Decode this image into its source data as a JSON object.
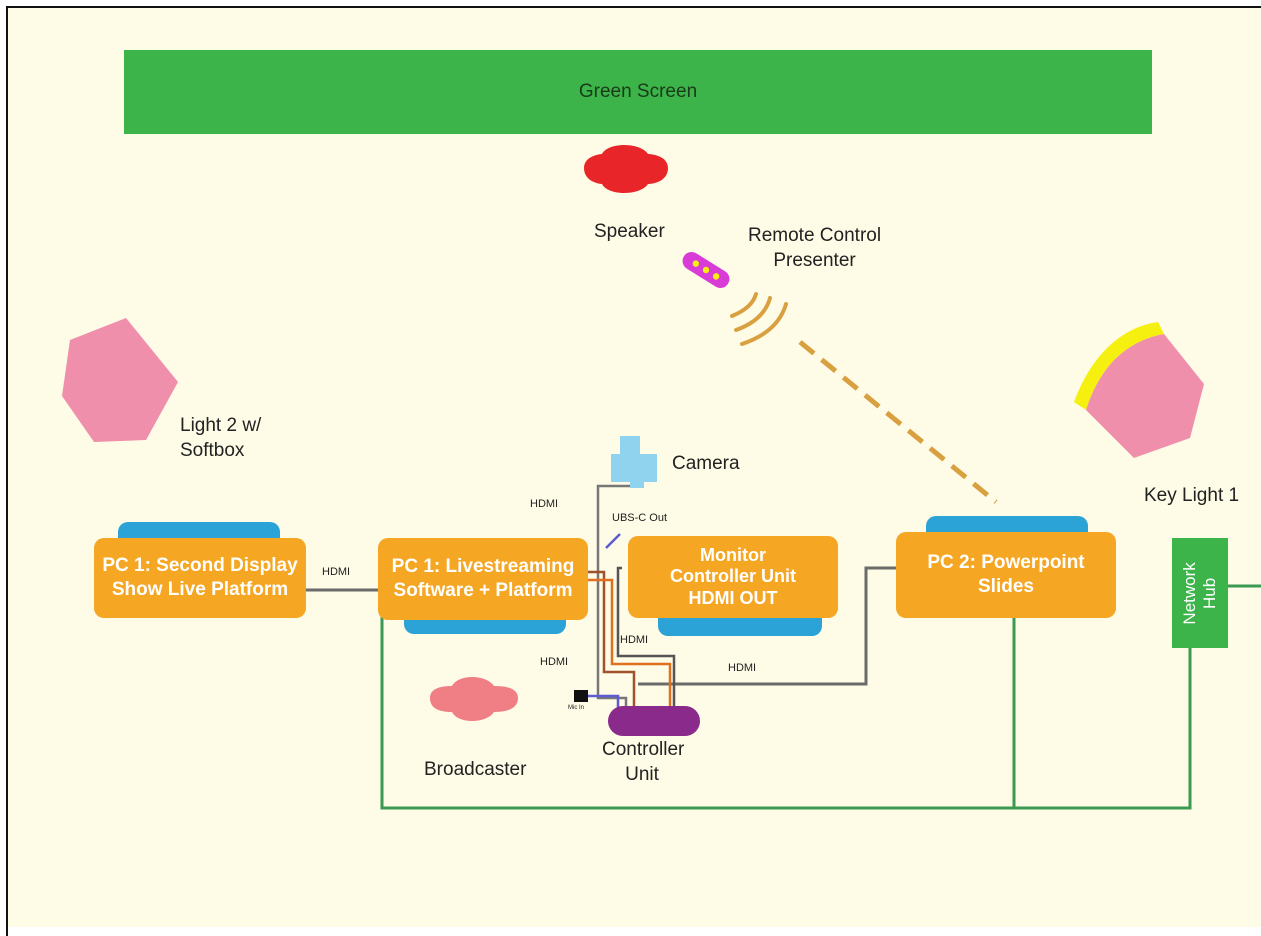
{
  "title_bar": {
    "text": "Green Screen",
    "color": "#3cb44a"
  },
  "devices": {
    "speaker": {
      "label": "Speaker",
      "color": "#e8262a"
    },
    "remote": {
      "label_line1": "Remote Control",
      "label_line2": "Presenter",
      "color": "#d93bd6"
    },
    "light2": {
      "label_line1": "Light 2 w/",
      "label_line2": "Softbox",
      "color": "#ef8fab"
    },
    "key_light": {
      "label": "Key Light 1",
      "color": "#ef8fab",
      "accent": "#f5f010"
    },
    "camera": {
      "label": "Camera",
      "color": "#8fd3ef"
    },
    "broadcaster": {
      "label": "Broadcaster",
      "color": "#f07e85"
    },
    "controller": {
      "label_line1": "Controller",
      "label_line2": "Unit",
      "color": "#8a2a8a"
    },
    "mic": {
      "label": "Mic In"
    }
  },
  "boxes": {
    "pc1_second": {
      "line1": "PC 1: Second Display",
      "line2": "Show Live Platform"
    },
    "pc1_live": {
      "line1": "PC 1: Livestreaming",
      "line2": "Software + Platform"
    },
    "monitor": {
      "line1": "Monitor",
      "line2": "Controller Unit",
      "line3": "HDMI OUT"
    },
    "pc2": {
      "line1": "PC 2: Powerpoint",
      "line2": "Slides"
    },
    "network_hub": {
      "line1": "Network",
      "line2": "Hub"
    },
    "box_color": "#f5a623",
    "screen_color": "#2ba3d6",
    "hub_color": "#3cb44a"
  },
  "connections": {
    "hdmi_1": "HDMI",
    "hdmi_2": "HDMI",
    "hdmi_3": "HDMI",
    "hdmi_4": "HDMI",
    "hdmi_5": "HDMI",
    "usbc": "UBS-C Out"
  }
}
